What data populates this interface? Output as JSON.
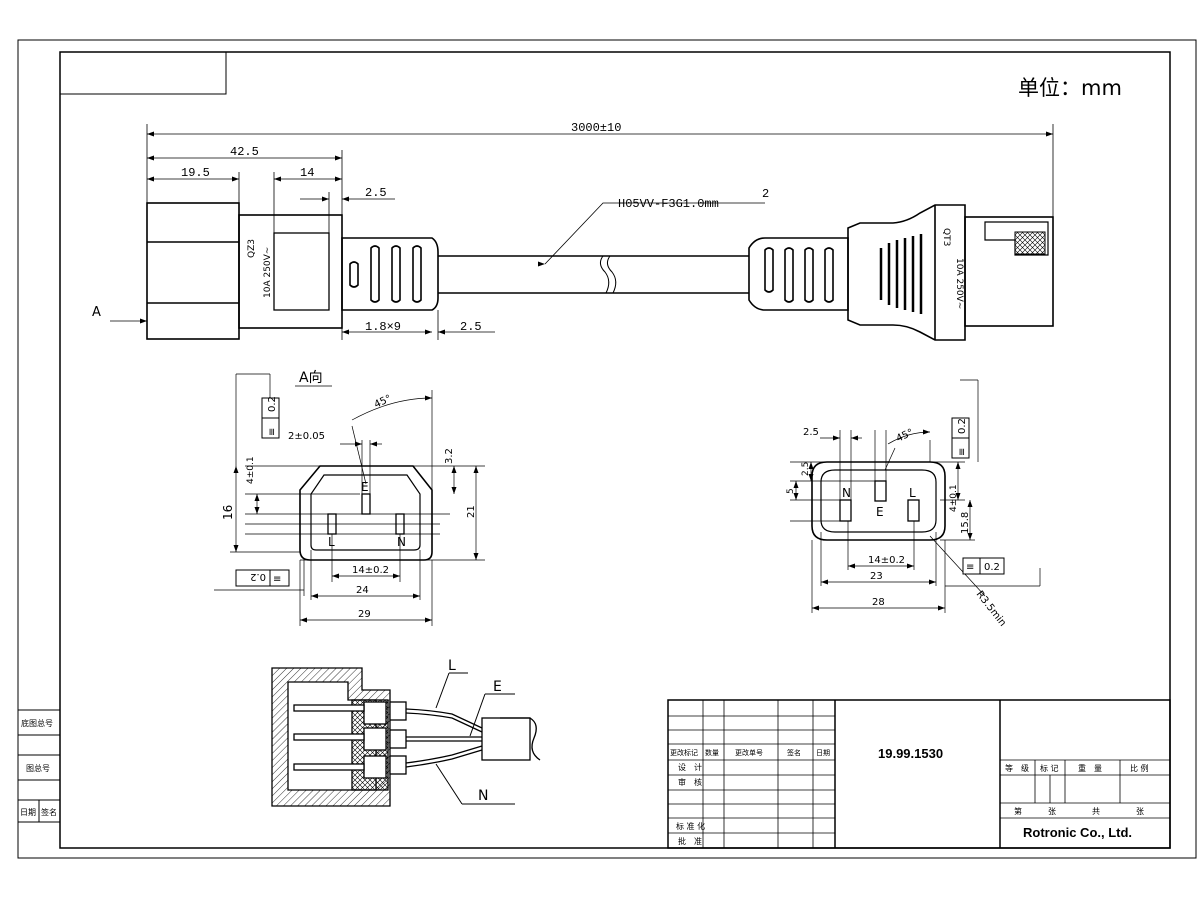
{
  "unit": "单位：mm",
  "dims": {
    "overall": "3000±10",
    "d42": "42.5",
    "d19": "19.5",
    "d14": "14",
    "d25a": "2.5",
    "d18x9": "1.8×9",
    "d25b": "2.5",
    "cable": "H05VV-F3G1.0mm",
    "cable_sup": "2",
    "view_arrow": "A",
    "view_title": "A向"
  },
  "left_plug_marks": {
    "qz": "QZ3",
    "rating": "10A 250V~"
  },
  "right_plug_marks": {
    "qz": "QT3",
    "rating": "10A 250V~"
  },
  "front_left": {
    "angle": "45°",
    "tol_box": "0.2",
    "d2": "2±0.05",
    "d4": "4±0.1",
    "d32": "3.2",
    "d16": "16",
    "d21": "21",
    "d14": "14±0.2",
    "d24": "24",
    "d29": "29",
    "tol_bottom": "0.2",
    "pin_e": "E",
    "pin_l": "L",
    "pin_n": "N"
  },
  "front_right": {
    "angle": "45°",
    "tol_box": "0.2",
    "d25": "2.5",
    "d258": "2.5",
    "d5": "5",
    "d4": "4±0.1",
    "d158": "15.8",
    "d14": "14±0.2",
    "d23": "23",
    "d28": "28",
    "tol_right": "0.2",
    "r3": "R3.5min",
    "pin_e": "E",
    "pin_l": "L",
    "pin_n": "N"
  },
  "wiring": {
    "l": "L",
    "e": "E",
    "n": "N"
  },
  "left_strip": {
    "a": "底图总号",
    "b": "图总号",
    "c1": "日期",
    "c2": "签名"
  },
  "title_block": {
    "rev_headers": [
      "更改标记",
      "数量",
      "更改单号",
      "签名",
      "日期"
    ],
    "rows": [
      "设　计",
      "审　核",
      "标 准 化",
      "批　准"
    ],
    "drawing_no": "19.99.1530",
    "stage_headers": [
      "等　级",
      "标 记",
      "重　量",
      "比 例"
    ],
    "sheet": [
      "第",
      "张",
      "共",
      "张"
    ],
    "company": "Rotronic Co., Ltd."
  }
}
